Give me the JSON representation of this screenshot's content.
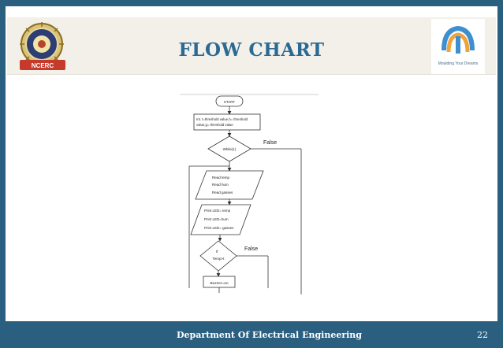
{
  "slide": {
    "title": "FLOW CHART",
    "footer": "Department Of Electrical Engineering",
    "page_number": "22",
    "left_logo_text": "NCERC",
    "right_logo_text": "Moulding Your Dreams"
  },
  "flowchart": {
    "start": "START",
    "init_line1": "Int. t=threshold value,h= threshold",
    "init_line2": "value,g= threshold value",
    "while": "While(1)",
    "false1": "False",
    "read1": "Read temp",
    "read2": "Read hum",
    "read3": "Read gasses",
    "print1": "Print LED= temp",
    "print2": "Print LED=hum",
    "print3": "Print LED= gasses",
    "if_line1": "If",
    "if_line2": "Temp>t",
    "false2": "False",
    "buzzer": "Buzzer=on"
  },
  "colors": {
    "frame": "#2a5f80",
    "title": "#2b6a93",
    "header_bg": "#f3f0ea"
  }
}
